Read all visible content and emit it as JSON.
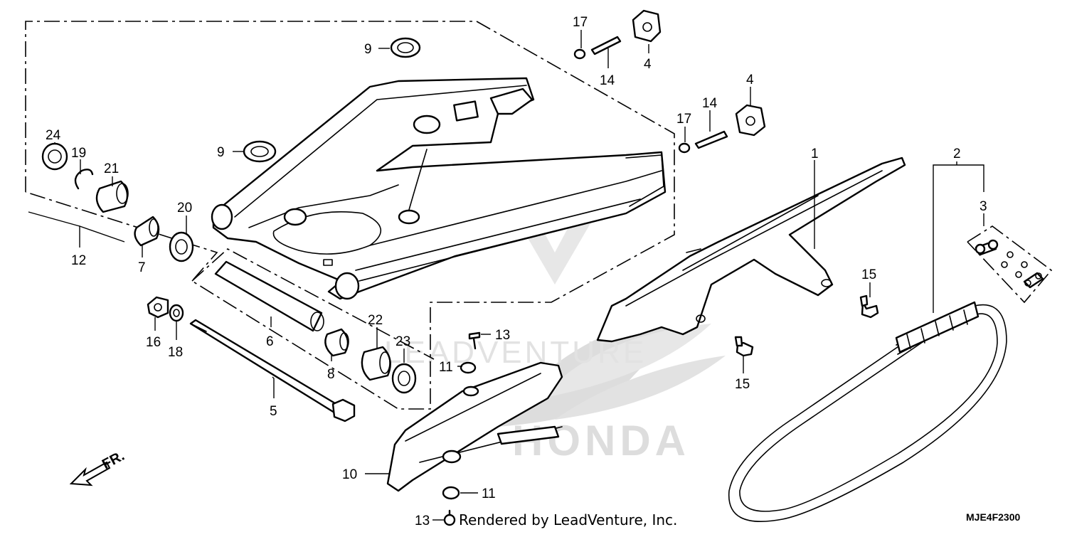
{
  "diagram": {
    "credit": "Rendered by LeadVenture, Inc.",
    "diagram_code": "MJE4F2300",
    "front_label": "FR.",
    "watermark_text": "HONDA",
    "watermark_brand": "LEADVENTURE",
    "callouts": [
      {
        "id": "c1",
        "label": "1"
      },
      {
        "id": "c2",
        "label": "2"
      },
      {
        "id": "c3",
        "label": "3"
      },
      {
        "id": "c4a",
        "label": "4"
      },
      {
        "id": "c4b",
        "label": "4"
      },
      {
        "id": "c5",
        "label": "5"
      },
      {
        "id": "c6",
        "label": "6"
      },
      {
        "id": "c7",
        "label": "7"
      },
      {
        "id": "c8",
        "label": "8"
      },
      {
        "id": "c9a",
        "label": "9"
      },
      {
        "id": "c9b",
        "label": "9"
      },
      {
        "id": "c10",
        "label": "10"
      },
      {
        "id": "c11a",
        "label": "11"
      },
      {
        "id": "c11b",
        "label": "11"
      },
      {
        "id": "c12",
        "label": "12"
      },
      {
        "id": "c13a",
        "label": "13"
      },
      {
        "id": "c13b",
        "label": "13"
      },
      {
        "id": "c14a",
        "label": "14"
      },
      {
        "id": "c14b",
        "label": "14"
      },
      {
        "id": "c15a",
        "label": "15"
      },
      {
        "id": "c15b",
        "label": "15"
      },
      {
        "id": "c16",
        "label": "16"
      },
      {
        "id": "c17a",
        "label": "17"
      },
      {
        "id": "c17b",
        "label": "17"
      },
      {
        "id": "c18",
        "label": "18"
      },
      {
        "id": "c19",
        "label": "19"
      },
      {
        "id": "c20",
        "label": "20"
      },
      {
        "id": "c21",
        "label": "21"
      },
      {
        "id": "c22",
        "label": "22"
      },
      {
        "id": "c23",
        "label": "23"
      },
      {
        "id": "c24",
        "label": "24"
      }
    ]
  }
}
